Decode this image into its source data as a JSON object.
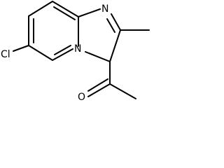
{
  "molecule": {
    "atoms": {
      "chlorine": "Cl",
      "ring_nitrogen": "N",
      "bridgehead_nitrogen": "N",
      "carbonyl_oxygen": "O"
    }
  }
}
